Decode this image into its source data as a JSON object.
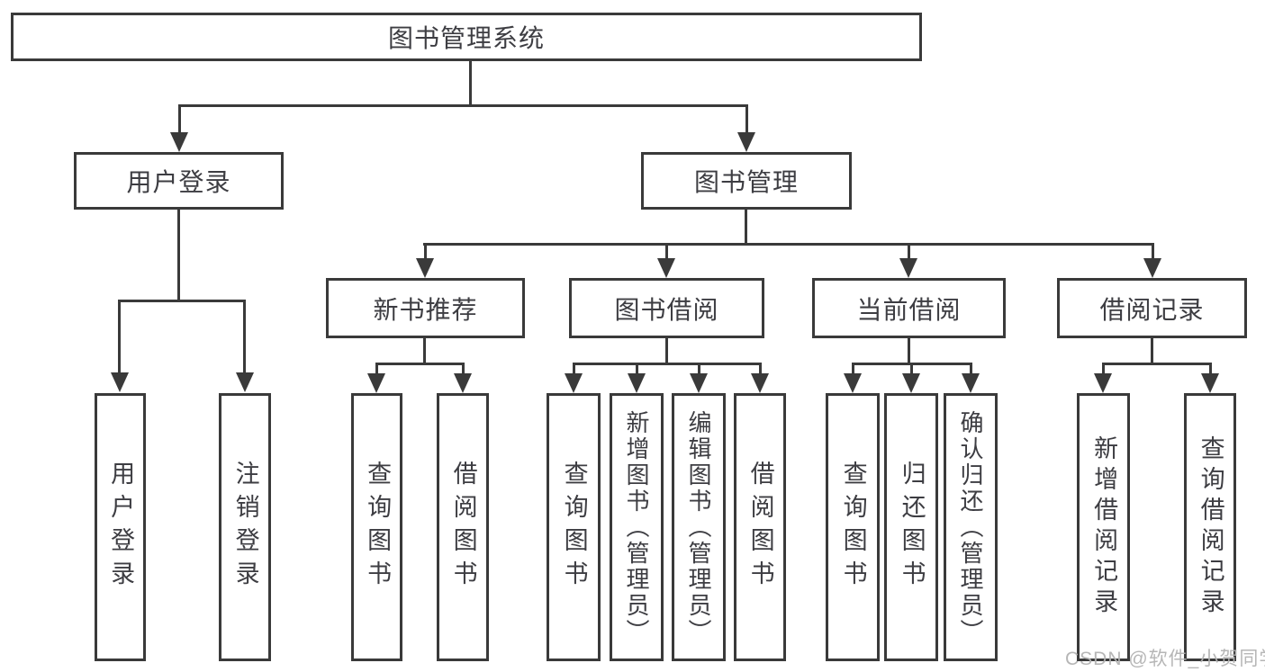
{
  "colors": {
    "line": "#3a3a3a",
    "text": "#3d3d42",
    "watermark": "#b3b3b3",
    "bg": "#ffffff"
  },
  "nodes": {
    "root": {
      "label": "图书管理系统"
    },
    "user_login": {
      "label": "用户登录"
    },
    "book_mgmt": {
      "label": "图书管理"
    },
    "new_books": {
      "label": "新书推荐"
    },
    "book_borrow": {
      "label": "图书借阅"
    },
    "current_borrow": {
      "label": "当前借阅"
    },
    "borrow_records": {
      "label": "借阅记录"
    },
    "leaf_user_login": {
      "label": "用户登录"
    },
    "leaf_logout": {
      "label": "注销登录"
    },
    "leaf_query_books_new": {
      "label": "查询图书"
    },
    "leaf_borrow_books_new": {
      "label": "借阅图书"
    },
    "leaf_query_books_borrow": {
      "label": "查询图书"
    },
    "leaf_add_books_admin": {
      "label": "新增图书（管理员）"
    },
    "leaf_edit_books_admin": {
      "label": "编辑图书（管理员）"
    },
    "leaf_borrow_books_borrow": {
      "label": "借阅图书"
    },
    "leaf_query_books_current": {
      "label": "查询图书"
    },
    "leaf_return_books": {
      "label": "归还图书"
    },
    "leaf_confirm_return_admin": {
      "label": "确认归还（管理员）"
    },
    "leaf_add_borrow_record": {
      "label": "新增借阅记录"
    },
    "leaf_query_borrow_record": {
      "label": "查询借阅记录"
    }
  },
  "watermark": {
    "text": "CSDN @软件_小贺同学"
  }
}
